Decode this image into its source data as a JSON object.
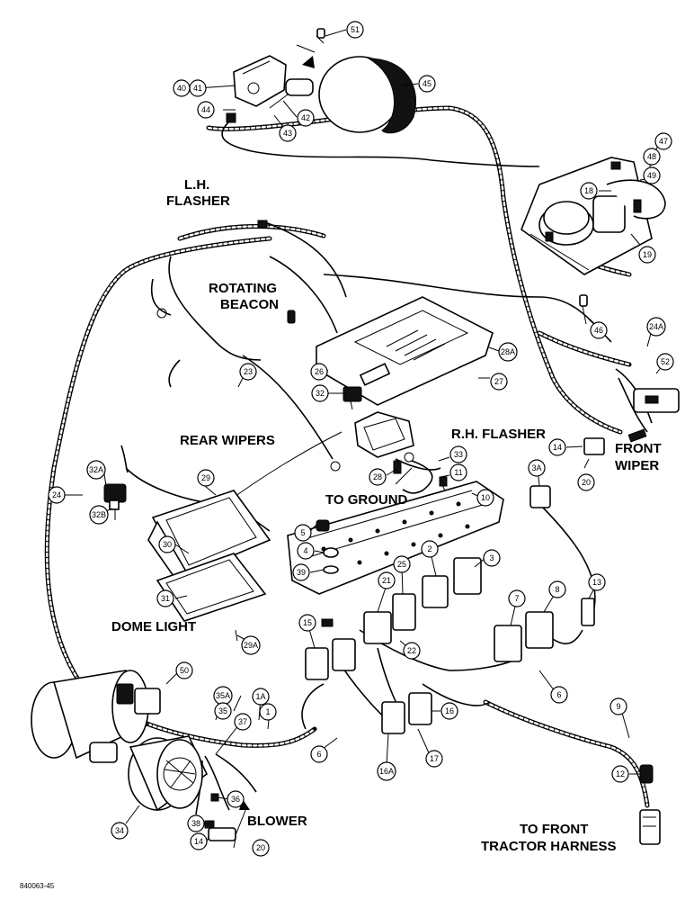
{
  "labels": {
    "lh_flasher_1": "L.H.",
    "lh_flasher_2": "FLASHER",
    "rotating_beacon_1": "ROTATING",
    "rotating_beacon_2": "BEACON",
    "rear_wipers": "REAR WIPERS",
    "rh_flasher": "R.H. FLASHER",
    "to_ground": "TO GROUND",
    "front_wiper_1": "FRONT",
    "front_wiper_2": "WIPER",
    "dome_light": "DOME LIGHT",
    "blower": "BLOWER",
    "to_front_1": "TO FRONT",
    "to_front_2": "TRACTOR HARNESS"
  },
  "callouts": {
    "c51": "51",
    "c40": "40",
    "c41": "41",
    "c45": "45",
    "c44": "44",
    "c42": "42",
    "c43": "43",
    "c47": "47",
    "c48": "48",
    "c49": "49",
    "c18": "18",
    "c19": "19",
    "c46": "46",
    "c24a": "24A",
    "c52": "52",
    "c28a": "28A",
    "c27": "27",
    "c26": "26",
    "c23": "23",
    "c32": "32",
    "c14a": "14",
    "c20a": "20",
    "c33": "33",
    "c11": "11",
    "c28": "28",
    "c3a": "3A",
    "c32a": "32A",
    "c24": "24",
    "c29": "29",
    "c32b": "32B",
    "c10": "10",
    "c5": "5",
    "c4": "4",
    "c39": "39",
    "c2": "2",
    "c3": "3",
    "c21": "21",
    "c25": "25",
    "c13": "13",
    "c30": "30",
    "c31": "31",
    "c29a": "29A",
    "c15": "15",
    "c22": "22",
    "c7": "7",
    "c8": "8",
    "c6a": "6",
    "c50": "50",
    "c35a": "35A",
    "c1a": "1A",
    "c35": "35",
    "c1": "1",
    "c37": "37",
    "c16": "16",
    "c9": "9",
    "c6b": "6",
    "c16a": "16A",
    "c17": "17",
    "c12": "12",
    "c34": "34",
    "c36": "36",
    "c38": "38",
    "c14b": "14",
    "c20b": "20"
  },
  "footer": {
    "code": "840063-45"
  }
}
